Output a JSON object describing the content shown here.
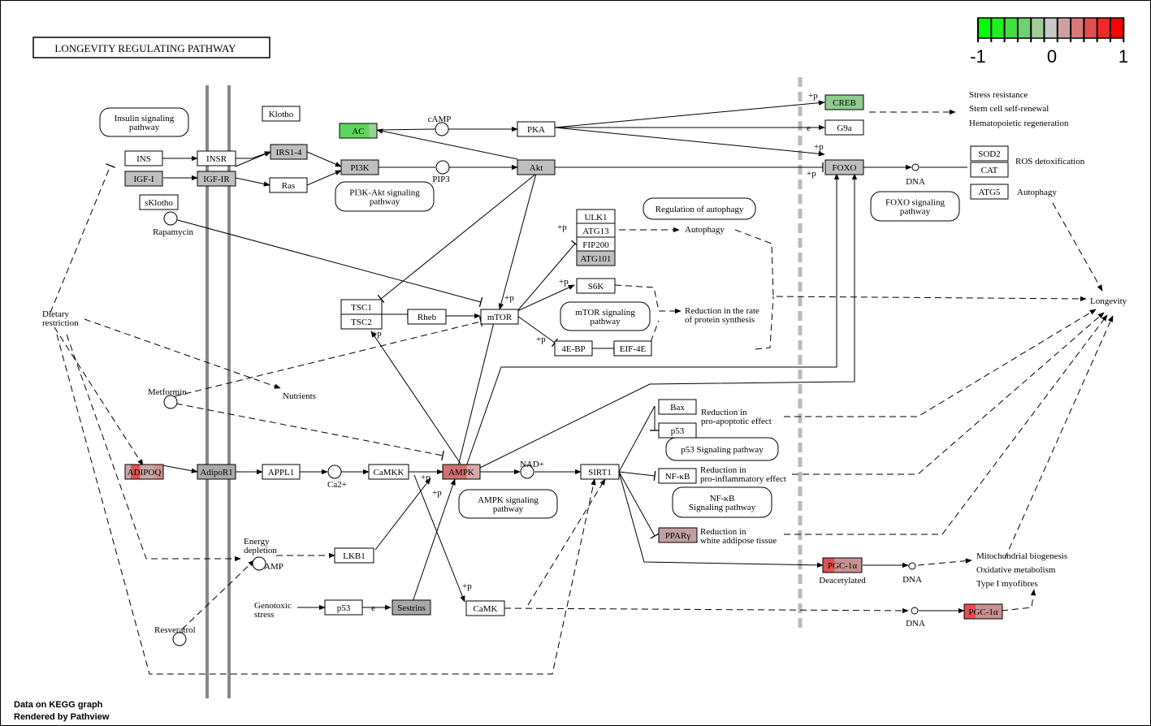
{
  "title": "LONGEVITY REGULATING PATHWAY",
  "legend": {
    "labels": [
      "-1",
      "0",
      "1"
    ],
    "colors": [
      "#00ff00",
      "#20f020",
      "#40e040",
      "#70d070",
      "#a0cc98",
      "#c8c8c8",
      "#d0a0a0",
      "#d87878",
      "#e05050",
      "#f02828",
      "#ff0000"
    ]
  },
  "footer": {
    "line1": "Data on KEGG graph",
    "line2": "Rendered by Pathview"
  },
  "genes": {
    "INS": "INS",
    "INSR": "INSR",
    "Klotho": "Klotho",
    "IRS1_4": "IRS1-4",
    "IGF_I": "IGF-I",
    "IGF_IR": "IGF-IR",
    "sKlotho": "sKlotho",
    "Ras": "Ras",
    "PI3K": "PI3K",
    "AC": "AC",
    "PKA": "PKA",
    "Akt": "Akt",
    "CREB": "CREB",
    "G9a": "G9a",
    "FOXO": "FOXO",
    "SOD2": "SOD2",
    "CAT": "CAT",
    "ATG5": "ATG5",
    "ULK1": "ULK1",
    "ATG13": "ATG13",
    "FIP200": "FIP200",
    "ATG101": "ATG101",
    "S6K": "S6K",
    "TSC1": "TSC1",
    "TSC2": "TSC2",
    "Rheb": "Rheb",
    "mTOR": "mTOR",
    "EBP4": "4E-BP",
    "EIF4E": "EIF-4E",
    "Bax": "Bax",
    "p53a": "p53",
    "NFkB": "NF-κB",
    "PPARy": "PPARγ",
    "ADIPOQ": "ADIPOQ",
    "AdipoR1": "AdipoR1",
    "APPL1": "APPL1",
    "CaMKK": "CaMKK",
    "AMPK": "AMPK",
    "SIRT1": "SIRT1",
    "LKB1": "LKB1",
    "p53b": "p53",
    "Sestrins": "Sestrins",
    "CaMK": "CaMK",
    "PGC1a_1": "PGC-1α",
    "PGC1a_2": "PGC-1α"
  },
  "labels": {
    "insulin_pathway": "Insulin signaling\npathway",
    "pi3k_pathway": "PI3K-Akt signaling\npathway",
    "foxo_pathway": "FOXO signaling\npathway",
    "reg_autophagy": "Regulation of autophagy",
    "mtor_pathway": "mTOR signaling\npathway",
    "p53_pathway": "p53 Signaling pathway",
    "nfkb_pathway": "NF-κB\nSignaling pathway",
    "ampk_pathway": "AMPK signaling\npathway",
    "camp": "cAMP",
    "pip3": "PIP3",
    "rapamycin": "Rapamycin",
    "dietary": "Dietary\nrestriction",
    "metformin": "Metformin",
    "nutrients": "Nutrients",
    "ca2": "Ca2+",
    "nad": "NAD+",
    "energy": "Energy\ndepletion",
    "amp": "AMP",
    "genotoxic": "Genotoxic\nstress",
    "resveratrol": "Resveratrol",
    "stress_res": "Stress resistance",
    "stem_cell": "Stem cell self-renewal",
    "hemato": "Hematopoietic regeneration",
    "ros": "ROS detoxification",
    "autophagy1": "Autophagy",
    "autophagy2": "Autophagy",
    "dna1": "DNA",
    "dna2": "DNA",
    "dna3": "DNA",
    "longevity": "Longevity",
    "red_protein": "Reduction in the rate\nof protein synthesis",
    "red_apop": "Reduction in\npro-apoptotic effect",
    "red_inflam": "Reduction in\npro-inflammatory effect",
    "red_wat": "Reduction in\nwhite addipose tissue",
    "deacetylated": "Deacetylated",
    "mito": "Mitochondrial biogenesis",
    "oxid": "Oxidative metabolism",
    "type1": "Type I myofibres",
    "p": "+p",
    "e": "e"
  }
}
